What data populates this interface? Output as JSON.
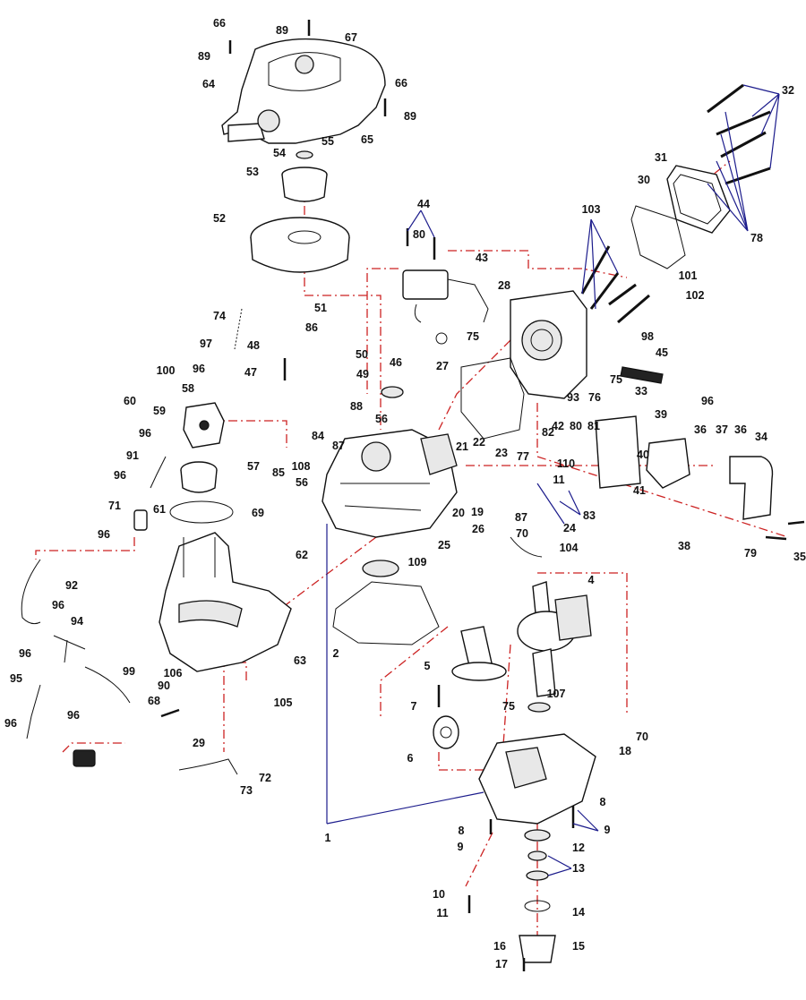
{
  "colors": {
    "leader": "#1c1c8c",
    "assembly_line": "#cc2222",
    "ink": "#111111",
    "background": "#ffffff"
  },
  "callouts": [
    {
      "id": "c66a",
      "text": "66"
    },
    {
      "id": "c67",
      "text": "67"
    },
    {
      "id": "c89a",
      "text": "89"
    },
    {
      "id": "c89b",
      "text": "89"
    },
    {
      "id": "c64",
      "text": "64"
    },
    {
      "id": "c66b",
      "text": "66"
    },
    {
      "id": "c89c",
      "text": "89"
    },
    {
      "id": "c55",
      "text": "55"
    },
    {
      "id": "c65",
      "text": "65"
    },
    {
      "id": "c54",
      "text": "54"
    },
    {
      "id": "c53",
      "text": "53"
    },
    {
      "id": "c52",
      "text": "52"
    },
    {
      "id": "c32",
      "text": "32"
    },
    {
      "id": "c31",
      "text": "31"
    },
    {
      "id": "c30",
      "text": "30"
    },
    {
      "id": "c78",
      "text": "78"
    },
    {
      "id": "c44",
      "text": "44"
    },
    {
      "id": "c80a",
      "text": "80"
    },
    {
      "id": "c103",
      "text": "103"
    },
    {
      "id": "c43",
      "text": "43"
    },
    {
      "id": "c101",
      "text": "101"
    },
    {
      "id": "c28",
      "text": "28"
    },
    {
      "id": "c102",
      "text": "102"
    },
    {
      "id": "c74",
      "text": "74"
    },
    {
      "id": "c51",
      "text": "51"
    },
    {
      "id": "c86",
      "text": "86"
    },
    {
      "id": "c97",
      "text": "97"
    },
    {
      "id": "c48",
      "text": "48"
    },
    {
      "id": "c50",
      "text": "50"
    },
    {
      "id": "c75a",
      "text": "75"
    },
    {
      "id": "c98",
      "text": "98"
    },
    {
      "id": "c45",
      "text": "45"
    },
    {
      "id": "c46",
      "text": "46"
    },
    {
      "id": "c49",
      "text": "49"
    },
    {
      "id": "c27",
      "text": "27"
    },
    {
      "id": "c100",
      "text": "100"
    },
    {
      "id": "c96a",
      "text": "96"
    },
    {
      "id": "c47",
      "text": "47"
    },
    {
      "id": "c75b",
      "text": "75"
    },
    {
      "id": "c33",
      "text": "33"
    },
    {
      "id": "c58",
      "text": "58"
    },
    {
      "id": "c60",
      "text": "60"
    },
    {
      "id": "c59",
      "text": "59"
    },
    {
      "id": "c93",
      "text": "93"
    },
    {
      "id": "c76",
      "text": "76"
    },
    {
      "id": "c96b",
      "text": "96"
    },
    {
      "id": "c88",
      "text": "88"
    },
    {
      "id": "c56a",
      "text": "56"
    },
    {
      "id": "c39",
      "text": "39"
    },
    {
      "id": "c36a",
      "text": "36"
    },
    {
      "id": "c37",
      "text": "37"
    },
    {
      "id": "c36b",
      "text": "36"
    },
    {
      "id": "c34",
      "text": "34"
    },
    {
      "id": "c96c",
      "text": "96"
    },
    {
      "id": "c57",
      "text": "57"
    },
    {
      "id": "c84",
      "text": "84"
    },
    {
      "id": "c87a",
      "text": "87"
    },
    {
      "id": "c82",
      "text": "82"
    },
    {
      "id": "c42",
      "text": "42"
    },
    {
      "id": "c80b",
      "text": "80"
    },
    {
      "id": "c81",
      "text": "81"
    },
    {
      "id": "c21",
      "text": "21"
    },
    {
      "id": "c22",
      "text": "22"
    },
    {
      "id": "c23",
      "text": "23"
    },
    {
      "id": "c77",
      "text": "77"
    },
    {
      "id": "c110",
      "text": "110"
    },
    {
      "id": "c40",
      "text": "40"
    },
    {
      "id": "c91",
      "text": "91"
    },
    {
      "id": "c85",
      "text": "85"
    },
    {
      "id": "c108",
      "text": "108"
    },
    {
      "id": "c56b",
      "text": "56"
    },
    {
      "id": "c11a",
      "text": "11"
    },
    {
      "id": "c41",
      "text": "41"
    },
    {
      "id": "c96d",
      "text": "96"
    },
    {
      "id": "c20",
      "text": "20"
    },
    {
      "id": "c19",
      "text": "19"
    },
    {
      "id": "c87b",
      "text": "87"
    },
    {
      "id": "c83",
      "text": "83"
    },
    {
      "id": "c71",
      "text": "71"
    },
    {
      "id": "c61",
      "text": "61"
    },
    {
      "id": "c69",
      "text": "69"
    },
    {
      "id": "c24",
      "text": "24"
    },
    {
      "id": "c26",
      "text": "26"
    },
    {
      "id": "c70a",
      "text": "70"
    },
    {
      "id": "c38",
      "text": "38"
    },
    {
      "id": "c79",
      "text": "79"
    },
    {
      "id": "c35",
      "text": "35"
    },
    {
      "id": "c96e",
      "text": "96"
    },
    {
      "id": "c25",
      "text": "25"
    },
    {
      "id": "c104",
      "text": "104"
    },
    {
      "id": "c62",
      "text": "62"
    },
    {
      "id": "c109",
      "text": "109"
    },
    {
      "id": "c92",
      "text": "92"
    },
    {
      "id": "c4",
      "text": "4"
    },
    {
      "id": "c96f",
      "text": "96"
    },
    {
      "id": "c94",
      "text": "94"
    },
    {
      "id": "c2",
      "text": "2"
    },
    {
      "id": "c63",
      "text": "63"
    },
    {
      "id": "c96g",
      "text": "96"
    },
    {
      "id": "c5",
      "text": "5"
    },
    {
      "id": "c99",
      "text": "99"
    },
    {
      "id": "c106",
      "text": "106"
    },
    {
      "id": "c95",
      "text": "95"
    },
    {
      "id": "c90",
      "text": "90"
    },
    {
      "id": "c68",
      "text": "68"
    },
    {
      "id": "c105",
      "text": "105"
    },
    {
      "id": "c107",
      "text": "107"
    },
    {
      "id": "c96h",
      "text": "96"
    },
    {
      "id": "c7",
      "text": "7"
    },
    {
      "id": "c75c",
      "text": "75"
    },
    {
      "id": "c96i",
      "text": "96"
    },
    {
      "id": "c70b",
      "text": "70"
    },
    {
      "id": "c29",
      "text": "29"
    },
    {
      "id": "c18",
      "text": "18"
    },
    {
      "id": "c6",
      "text": "6"
    },
    {
      "id": "c72",
      "text": "72"
    },
    {
      "id": "c73",
      "text": "73"
    },
    {
      "id": "c8a",
      "text": "8"
    },
    {
      "id": "c9a",
      "text": "9"
    },
    {
      "id": "c8b",
      "text": "8"
    },
    {
      "id": "c1",
      "text": "1"
    },
    {
      "id": "c9b",
      "text": "9"
    },
    {
      "id": "c12",
      "text": "12"
    },
    {
      "id": "c13",
      "text": "13"
    },
    {
      "id": "c10",
      "text": "10"
    },
    {
      "id": "c14",
      "text": "14"
    },
    {
      "id": "c11b",
      "text": "11"
    },
    {
      "id": "c16",
      "text": "16"
    },
    {
      "id": "c15",
      "text": "15"
    },
    {
      "id": "c17",
      "text": "17"
    }
  ]
}
